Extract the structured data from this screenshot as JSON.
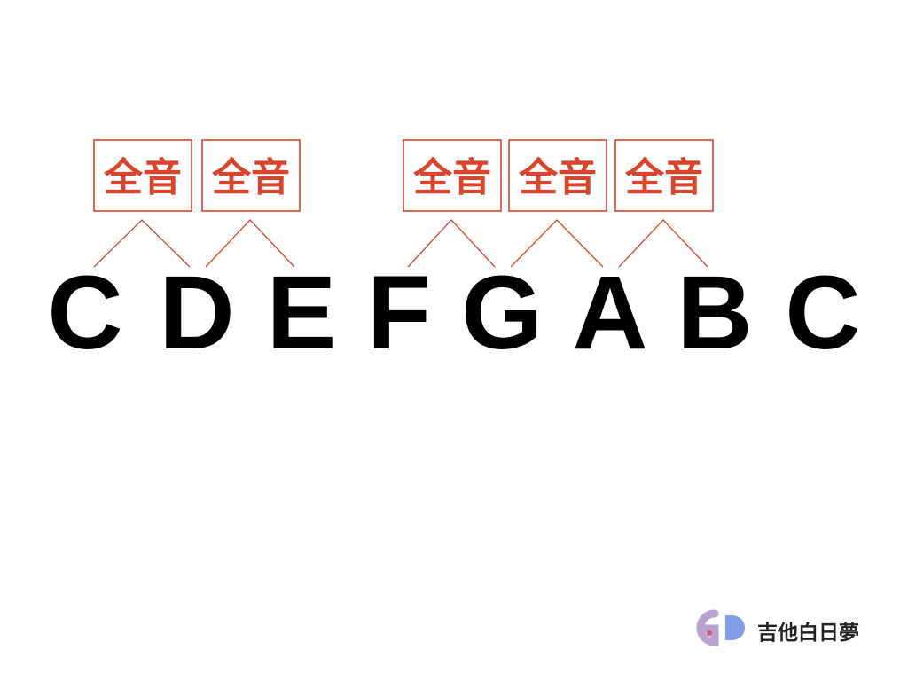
{
  "notes": [
    "C",
    "D",
    "E",
    "F",
    "G",
    "A",
    "B",
    "C"
  ],
  "intervals": [
    {
      "label": "全音",
      "from": 0,
      "to": 1
    },
    {
      "label": "全音",
      "from": 1,
      "to": 2
    },
    {
      "label": "全音",
      "from": 3,
      "to": 4
    },
    {
      "label": "全音",
      "from": 4,
      "to": 5
    },
    {
      "label": "全音",
      "from": 5,
      "to": 6
    }
  ],
  "brand": {
    "name": "吉他白日夢",
    "logo_letters": "GD"
  },
  "colors": {
    "accent": "#d9442c",
    "note": "#000000",
    "logo_g": "#b9a2cf",
    "logo_d": "#7f9ee6"
  }
}
